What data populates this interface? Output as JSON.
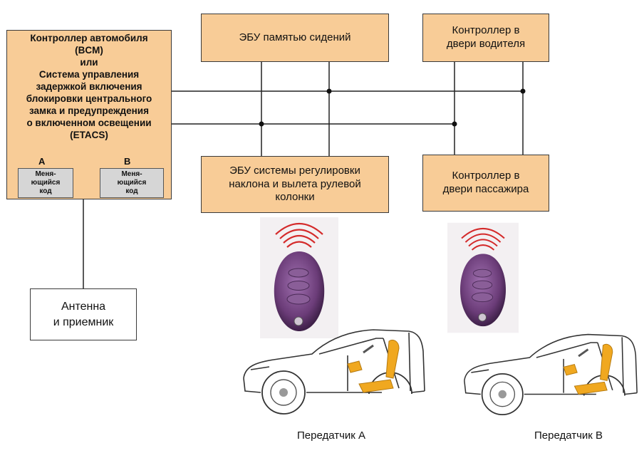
{
  "bcm": {
    "lines": [
      "Контроллер автомобиля",
      "(BCM)",
      "или",
      "Система управления",
      "задержкой включения",
      "блокировки центрального",
      "замка и предупреждения",
      "о включенном освещении",
      "(ETACS)"
    ],
    "label_a": "A",
    "label_b": "B",
    "code_a": [
      "Меня-",
      "ющийся",
      "код"
    ],
    "code_b": [
      "Меня-",
      "ющийся",
      "код"
    ]
  },
  "seat_memory_ecu": {
    "label": "ЭБУ памятью сидений"
  },
  "driver_door": {
    "lines": [
      "Контроллер в",
      "двери водителя"
    ]
  },
  "steering_ecu": {
    "lines": [
      "ЭБУ системы регулировки",
      "наклона и вылета рулевой",
      "колонки"
    ]
  },
  "passenger_door": {
    "lines": [
      "Контроллер в",
      "двери пассажира"
    ]
  },
  "antenna": {
    "lines": [
      "Антенна",
      "и приемник"
    ]
  },
  "transmitters": [
    {
      "caption": "Передатчик A"
    },
    {
      "caption": "Передатчик B"
    }
  ],
  "colors": {
    "box_fill": "#f8cc97",
    "code_fill": "#d6d6d6",
    "fob_body": "#6b3c78",
    "signal": "#d42a2a",
    "seat": "#f0a820"
  }
}
